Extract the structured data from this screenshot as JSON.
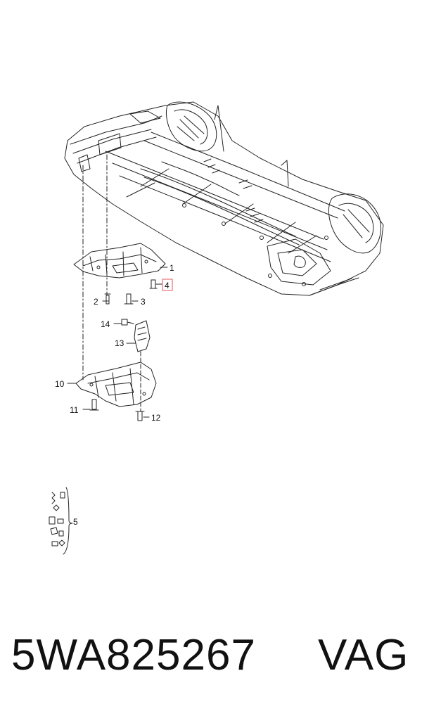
{
  "callouts": {
    "c1": "1",
    "c2": "2",
    "c3": "3",
    "c4": "4",
    "c5": "5",
    "c10": "10",
    "c11": "11",
    "c12": "12",
    "c13": "13",
    "c14": "14"
  },
  "footer": {
    "part_number": "5WA825267",
    "brand": "VAG"
  },
  "colors": {
    "line": "#222222",
    "highlight_box": "#e05a5a"
  }
}
